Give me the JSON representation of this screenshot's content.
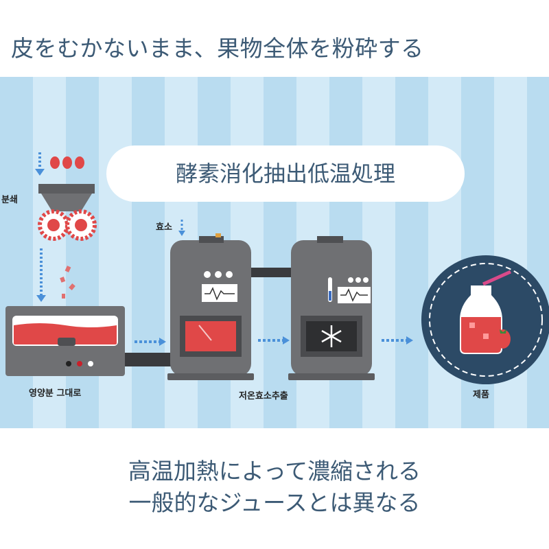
{
  "captions": {
    "top": "皮をむかないまま、果物全体を粉砕する",
    "process": "酵素消化抽出低温処理",
    "bottom_line1": "高温加熱によって濃縮される",
    "bottom_line2": "一般的なジュースとは異なる"
  },
  "labels": {
    "crush": "분쇄",
    "enzyme": "효소",
    "nutrients": "영양분 그대로",
    "cold_extract": "저온효소추출",
    "product": "제품"
  },
  "colors": {
    "band_dark": "#b9dcf0",
    "band_light": "#d3eaf7",
    "caption_text": "#3c5a75",
    "machine": "#6f7073",
    "accent_red": "#e04848",
    "arrow": "#4a90d9",
    "product_circle": "#2c4a66"
  }
}
